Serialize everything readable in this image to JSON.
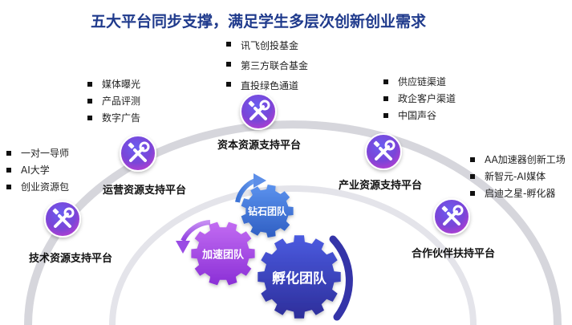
{
  "title": "五大平台同步支撑，满足学生多层次创新创业需求",
  "platforms": [
    {
      "id": "tech",
      "label": "技术资源支持平台",
      "icon": "tools-icon",
      "items": [
        "一对一导师",
        "AI大学",
        "创业资源包"
      ]
    },
    {
      "id": "ops",
      "label": "运营资源支持平台",
      "icon": "tools-icon",
      "items": [
        "媒体曝光",
        "产品评测",
        "数字广告"
      ]
    },
    {
      "id": "capital",
      "label": "资本资源支持平台",
      "icon": "tools-icon",
      "items": [
        "讯飞创投基金",
        "第三方联合基金",
        "直投绿色通道"
      ]
    },
    {
      "id": "industry",
      "label": "产业资源支持平台",
      "icon": "tools-icon",
      "items": [
        "供应链渠道",
        "政企客户渠道",
        "中国声谷"
      ]
    },
    {
      "id": "partner",
      "label": "合作伙伴扶持平台",
      "icon": "tools-icon",
      "items": [
        "AA加速器创新工场",
        "新智元-AI媒体",
        "启迪之星-孵化器"
      ]
    }
  ],
  "teams": [
    {
      "id": "diamond",
      "label": "钻石团队",
      "color": "#3c73d6"
    },
    {
      "id": "accel",
      "label": "加速团队",
      "color": "#9b3fe0"
    },
    {
      "id": "incub",
      "label": "孵化团队",
      "color": "#3a3fb8"
    }
  ],
  "colors": {
    "title": "#1f3a8c",
    "arc": "#d9d9de",
    "icon_gradient_top": "#4a4fd0",
    "icon_gradient_bottom": "#c03fd6"
  }
}
